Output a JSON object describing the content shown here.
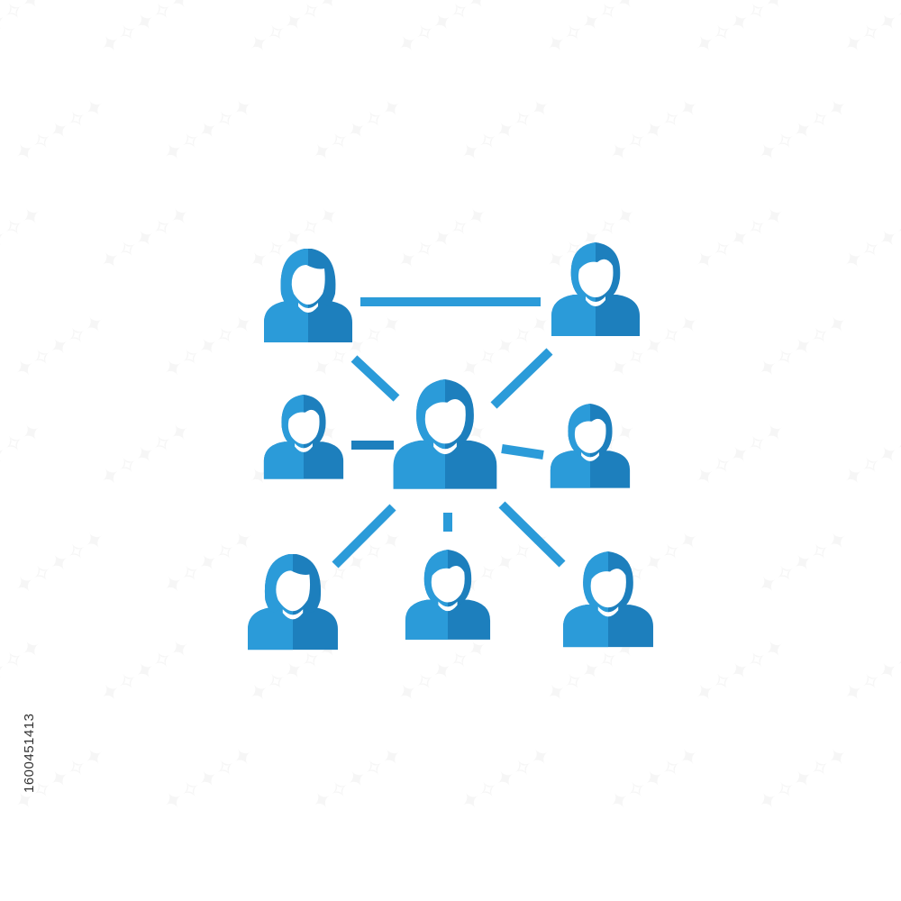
{
  "colors": {
    "light": "#2b9bd9",
    "dark": "#1d7fbd",
    "connector": "#2b9bd9",
    "connector_dark": "#1d7fbd",
    "face": "#ffffff",
    "background": "#ffffff"
  },
  "icon_name": "team-network-icon",
  "nodes": [
    {
      "name": "person-top-left",
      "gender": "female"
    },
    {
      "name": "person-top-right",
      "gender": "male"
    },
    {
      "name": "person-middle-left",
      "gender": "male"
    },
    {
      "name": "person-center",
      "gender": "male"
    },
    {
      "name": "person-middle-right",
      "gender": "male"
    },
    {
      "name": "person-bottom-left",
      "gender": "female"
    },
    {
      "name": "person-bottom-center",
      "gender": "male"
    },
    {
      "name": "person-bottom-right",
      "gender": "male"
    }
  ],
  "watermark": {
    "id_text": "1600451413"
  }
}
